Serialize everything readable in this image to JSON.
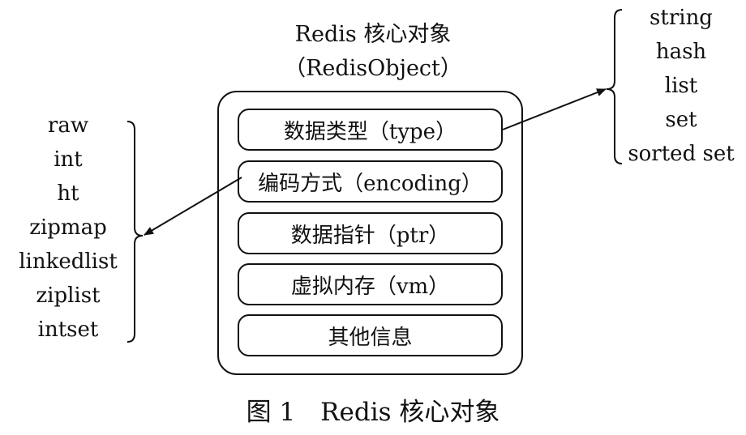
{
  "title": {
    "line1": "Redis 核心对象",
    "line2": "（RedisObject）"
  },
  "fields": [
    "数据类型（type）",
    "编码方式（encoding）",
    "数据指针（ptr）",
    "虚拟内存（vm）",
    "其他信息"
  ],
  "encodings": [
    "raw",
    "int",
    "ht",
    "zipmap",
    "linkedlist",
    "ziplist",
    "intset"
  ],
  "types": [
    "string",
    "hash",
    "list",
    "set",
    "sorted set"
  ],
  "caption": "图 1　Redis 核心对象"
}
